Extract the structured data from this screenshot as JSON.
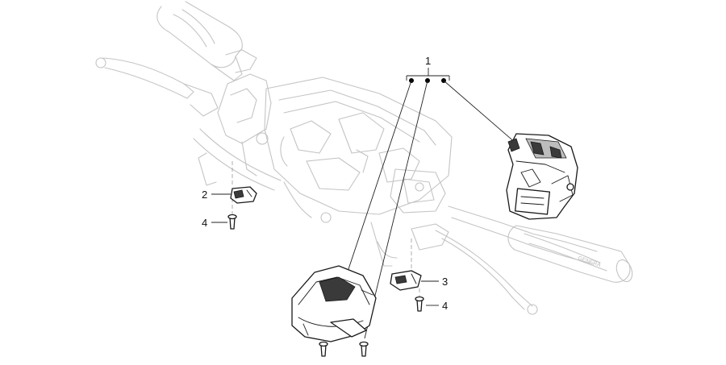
{
  "callouts": {
    "c1": "1",
    "c2": "2",
    "c3": "3",
    "c4a": "4",
    "c4b": "4"
  },
  "grip_text": "GENERA"
}
